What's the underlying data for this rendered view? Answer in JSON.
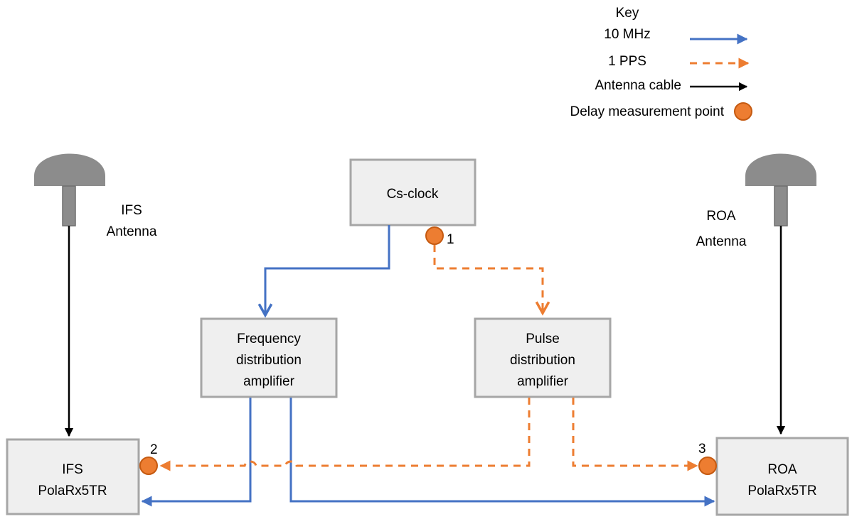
{
  "key": {
    "title": "Key",
    "ten_mhz": "10 MHz",
    "one_pps": "1 PPS",
    "antenna_cable": "Antenna cable",
    "delay_point": "Delay measurement point"
  },
  "colors": {
    "ten_mhz": "#4472c4",
    "one_pps": "#ed7d31",
    "antenna_cable": "#000000",
    "box_fill": "#efefef",
    "box_border": "#a6a6a6"
  },
  "nodes": {
    "cs_clock": "Cs-clock",
    "freq_amp": [
      "Frequency",
      "distribution",
      "amplifier"
    ],
    "pulse_amp": [
      "Pulse",
      "distribution",
      "amplifier"
    ],
    "ifs_receiver": [
      "IFS",
      "PolaRx5TR"
    ],
    "roa_receiver": [
      "ROA",
      "PolaRx5TR"
    ],
    "ifs_antenna": [
      "IFS",
      "Antenna"
    ],
    "roa_antenna": [
      "ROA",
      "Antenna"
    ]
  },
  "measurement_points": [
    "1",
    "2",
    "3"
  ],
  "icons": {
    "antenna": "gnss-antenna-icon",
    "measurement_point": "orange-dot-icon"
  }
}
